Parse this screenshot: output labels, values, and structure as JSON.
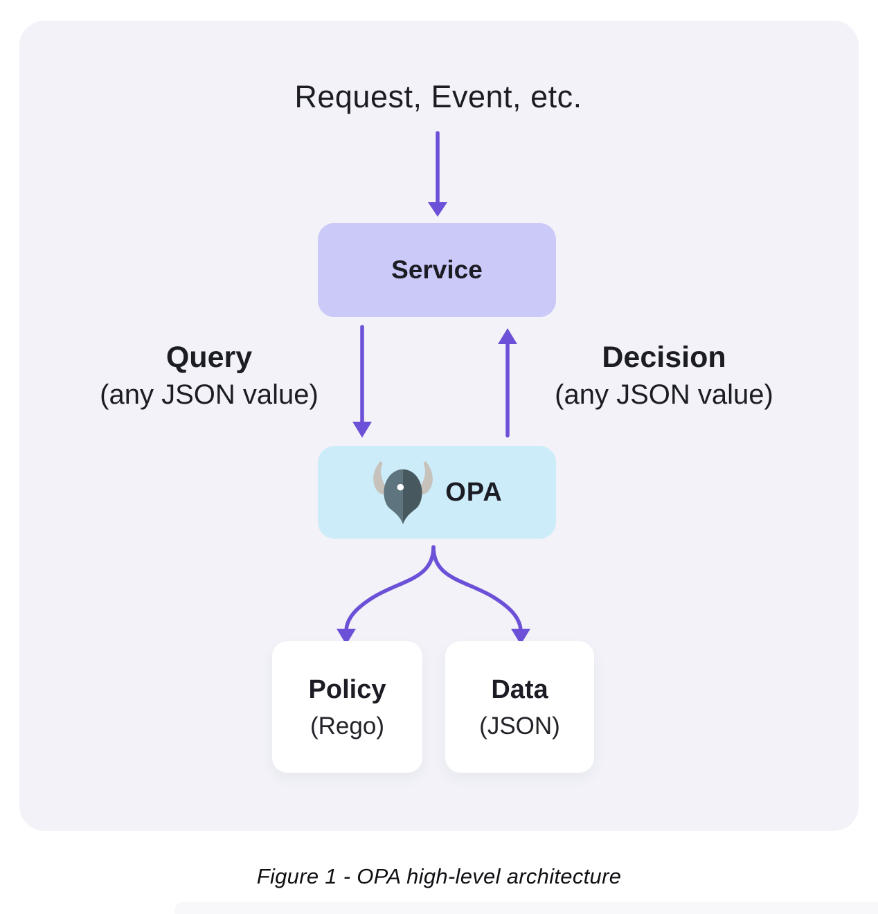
{
  "diagram": {
    "top_label": "Request, Event, etc.",
    "service_box": {
      "label": "Service"
    },
    "query_label": {
      "title": "Query",
      "subtitle": "(any JSON value)"
    },
    "decision_label": {
      "title": "Decision",
      "subtitle": "(any JSON value)"
    },
    "opa_box": {
      "label": "OPA",
      "logo": "opa-helmet-icon"
    },
    "policy_box": {
      "title": "Policy",
      "subtitle": "(Rego)"
    },
    "data_box": {
      "title": "Data",
      "subtitle": "(JSON)"
    },
    "arrows": [
      "request-to-service",
      "service-to-opa-query",
      "opa-to-service-decision",
      "opa-to-policy",
      "opa-to-data"
    ]
  },
  "caption": "Figure 1 - OPA high-level architecture",
  "colors": {
    "container_bg": "#f2f2f8",
    "service_fill": "#cbc9f8",
    "opa_fill": "#cdecf9",
    "card_fill": "#ffffff",
    "arrow": "#6c50d7",
    "text_dark": "#1c1c24",
    "helmet_light": "#5e747e",
    "helmet_dark": "#47595f",
    "horn": "#c7c2bb"
  }
}
